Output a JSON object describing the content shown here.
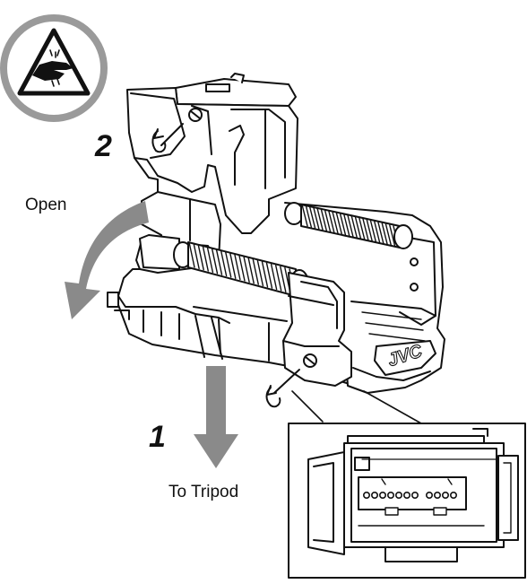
{
  "labels": {
    "step_two": "2",
    "step_one": "1",
    "open": "Open",
    "to_tripod": "To Tripod",
    "brand": "JVC"
  },
  "colors": {
    "line": "#111111",
    "arrow": "#8a8a8a",
    "badge_ring": "#9a9a9a",
    "background": "#ffffff"
  },
  "icons": {
    "caution": "hand-pinch-warning-icon",
    "rotate": "rotate-arrow-icon"
  }
}
